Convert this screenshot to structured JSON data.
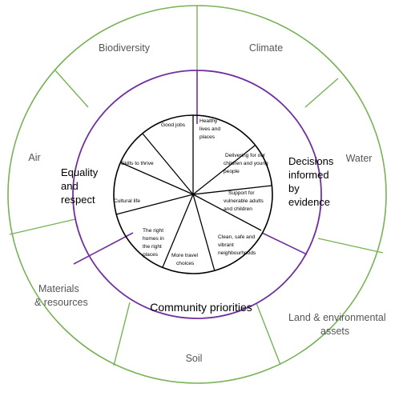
{
  "colors": {
    "outer_ring": "#77b255",
    "middle_ring": "#7030a0",
    "inner_lines": "#000000",
    "outer_text": "#555555",
    "inner_text": "#000000",
    "background": "#ffffff"
  },
  "outer_ring": {
    "segments": [
      "Biodiversity",
      "Climate",
      "Water",
      "Land & environmental assets",
      "Soil",
      "Materials & resources",
      "Air"
    ],
    "labels": {
      "biodiversity": "Biodiversity",
      "climate": "Climate",
      "water": "Water",
      "land_line1": "Land & environmental",
      "land_line2": "assets",
      "soil": "Soil",
      "materials_line1": "Materials",
      "materials_line2": "& resources",
      "air": "Air"
    }
  },
  "middle_ring": {
    "equality_line1": "Equality",
    "equality_line2": "and",
    "equality_line3": "respect",
    "decisions_line1": "Decisions",
    "decisions_line2": "informed",
    "decisions_line3": "by",
    "decisions_line4": "evidence",
    "community_priorities": "Community priorities"
  },
  "inner_circle": {
    "good_jobs": "Good jobs",
    "healthy_line1": "Healthy",
    "healthy_line2": "lives and",
    "healthy_line3": "places",
    "delivering_line1": "Delivering for our",
    "delivering_line2": "children and young",
    "delivering_line3": "people",
    "support_line1": "Support for",
    "support_line2": "vulnerable adults",
    "support_line3": "and children",
    "clean_line1": "Clean, safe and",
    "clean_line2": "vibrant",
    "clean_line3": "neighbourhoods",
    "travel_line1": "More travel",
    "travel_line2": "choices",
    "homes_line1": "The right",
    "homes_line2": "homes in",
    "homes_line3": "the right",
    "homes_line4": "places",
    "cultural_life": "Cultural life",
    "skills": "Skills to thrive"
  }
}
